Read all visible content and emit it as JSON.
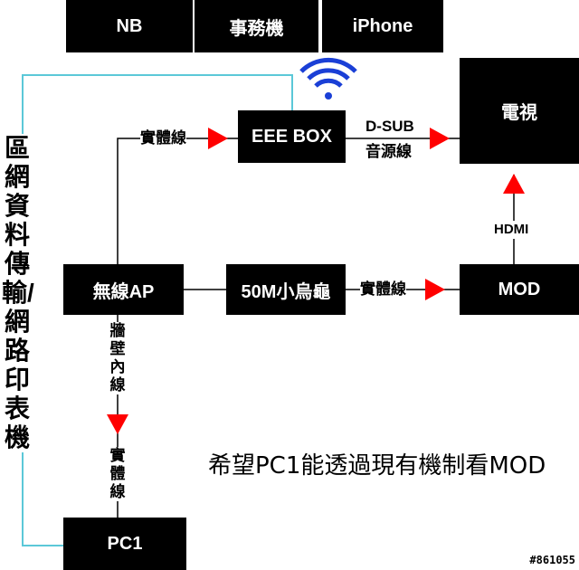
{
  "devices": {
    "nb": "NB",
    "office_pc": "事務機",
    "iphone": "iPhone",
    "eee_box": "EEE BOX",
    "tv": "電視",
    "wireless_ap": "無線AP",
    "turtle": "50M小烏龜",
    "mod": "MOD",
    "pc1": "PC1"
  },
  "links": {
    "ap_to_eee": "實體線",
    "eee_to_tv_top": "D-SUB",
    "eee_to_tv_bottom": "音源線",
    "mod_to_tv": "HDMI",
    "turtle_to_mod": "實體線",
    "ap_to_pc1_top": "牆壁內線",
    "ap_to_pc1_bottom": "實體線"
  },
  "side_label": "區網資料傳輸/網路印表機",
  "wish_text": "希望PC1能透過現有機制看MOD",
  "watermark": "#861055",
  "colors": {
    "box": "#000000",
    "arrow": "#ff0000",
    "lan_line": "#5bc8d8",
    "wifi": "#1a3fd6"
  }
}
